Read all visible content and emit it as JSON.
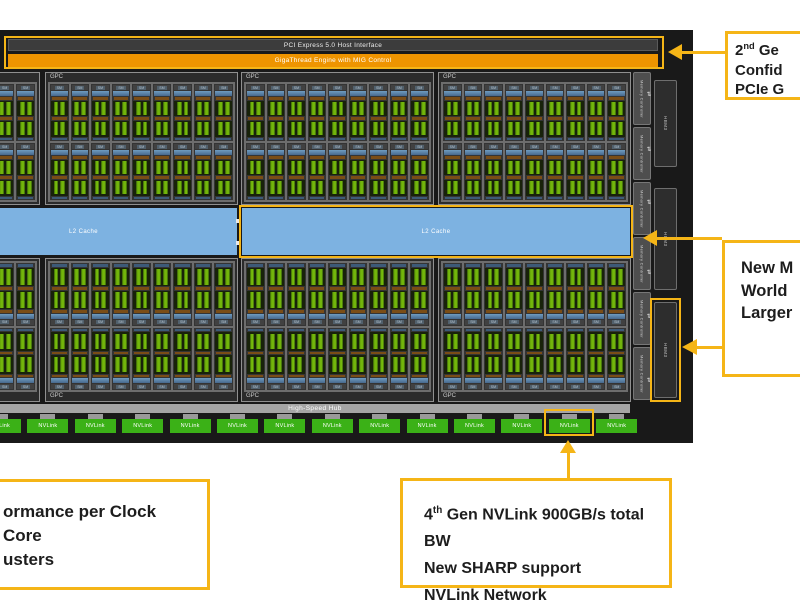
{
  "colors": {
    "accent_yellow": "#F5B517",
    "nvlink_green": "#3BB117",
    "sm_core_green": "#6FB109",
    "l2_blue": "#7DB2E1",
    "gigathread_orange": "#EE9400"
  },
  "die": {
    "pcie_label": "PCI Express 5.0 Host Interface",
    "gigathread_label": "GigaThread Engine with MIG Control",
    "gpc_label": "GPC",
    "sm_label": "SM",
    "l2_label": "L2 Cache",
    "hub_label": "High-Speed Hub",
    "nvlink_label": "NVLink",
    "memory_controller_label": "Memory Controller",
    "hbm_label": "HBM3",
    "transfer_arrows_glyph": "⇅",
    "layout": {
      "gpc_columns": 4,
      "gpc_rows": 2,
      "sm_cols": 9,
      "sm_rows": 2,
      "nvlink_count": 14,
      "nvlink_highlight_index": 12,
      "memory_controller_count": 6,
      "hbm_blocks": 3,
      "hbm_highlight_index": 2
    }
  },
  "callouts": {
    "top_right": {
      "line1_pre": "2",
      "line1_sup": "nd",
      "line1_post": " Ge",
      "line2": "Confid",
      "line3": "PCIe G"
    },
    "mid_right": {
      "line1": "New M",
      "line2": "World",
      "line3": "Larger"
    },
    "bottom_left": {
      "line1": "ormance per Clock",
      "line2": "Core",
      "line3": "usters"
    },
    "bottom_mid": {
      "line1_pre": "4",
      "line1_sup": "th",
      "line1_post": " Gen NVLink 900GB/s total BW",
      "line2": "New SHARP support",
      "line3": "NVLink Network"
    }
  }
}
